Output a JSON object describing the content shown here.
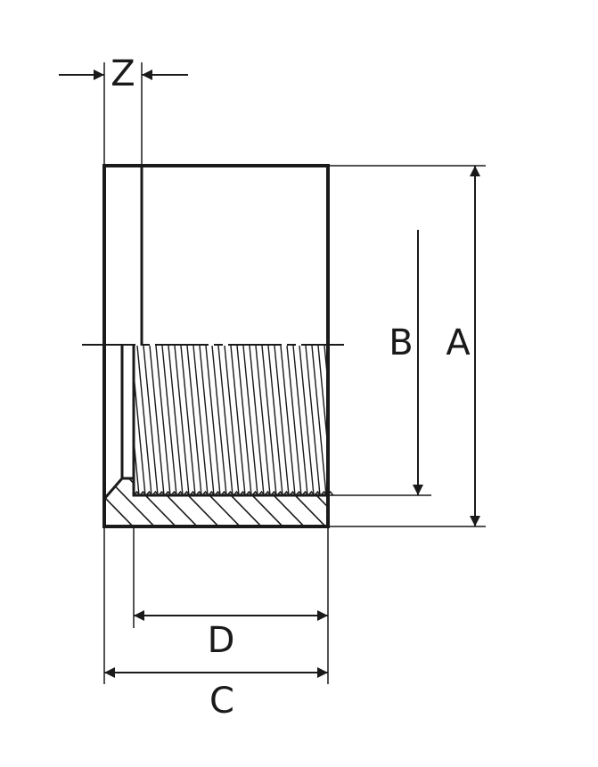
{
  "diagram": {
    "labels": {
      "z": "Z",
      "a": "A",
      "b": "B",
      "c": "C",
      "d": "D"
    },
    "colors": {
      "stroke": "#1a1a1a",
      "background": "#ffffff"
    }
  }
}
